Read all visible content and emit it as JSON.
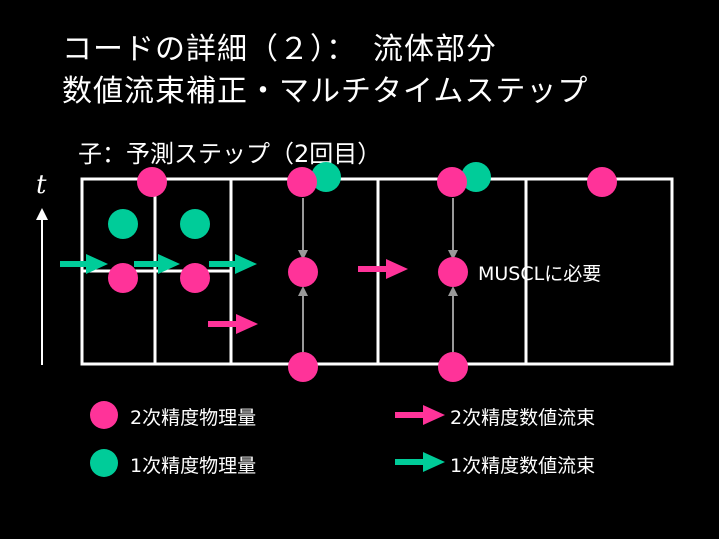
{
  "title": {
    "line1": "コードの詳細（２）：　流体部分",
    "line2": "数値流束補正・マルチタイムステップ"
  },
  "subtitle": "子：予測ステップ（2回目）",
  "axis_label": "t",
  "annotation": "MUSCLに必要",
  "legend": {
    "pink_dot": "2次精度物理量",
    "green_dot": "1次精度物理量",
    "pink_arrow": "2次精度数値流束",
    "green_arrow": "1次精度数値流束"
  },
  "colors": {
    "pink": "#ff3399",
    "green": "#00cc99",
    "grid": "#ffffff",
    "background": "#000000",
    "gray_arrow": "#999999"
  }
}
